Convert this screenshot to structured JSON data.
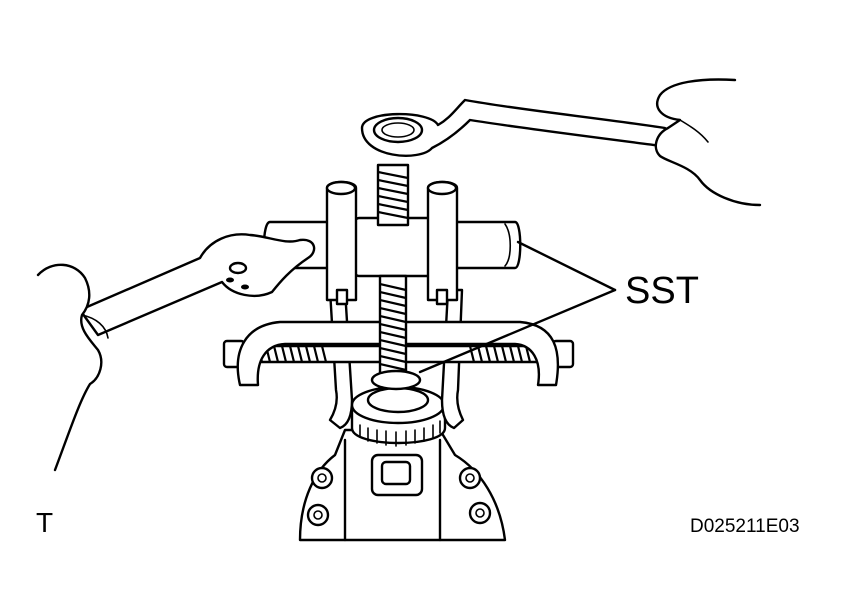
{
  "figure": {
    "callout_label": "SST",
    "corner_label": "T",
    "figure_code": "D025211E03"
  },
  "colors": {
    "ink": "#000000",
    "paper": "#ffffff"
  }
}
